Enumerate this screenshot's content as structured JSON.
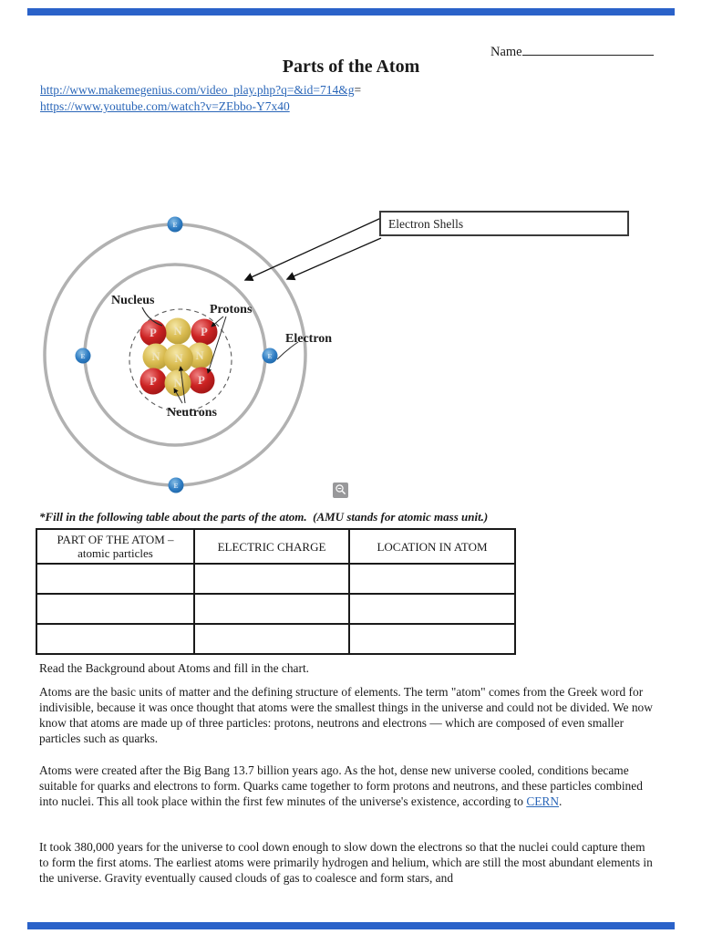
{
  "header": {
    "name_label": "Name",
    "title": "Parts of the Atom",
    "link1": "http://www.makemegenius.com/video_play.php?q=&id=714&g",
    "link1_suffix": "=",
    "link2": "https://www.youtube.com/watch?v=ZEbbo-Y7x40"
  },
  "diagram": {
    "callout_label": "Electron Shells",
    "nucleus_label": "Nucleus",
    "protons_label": "Protons",
    "electron_label": "Electron",
    "neutrons_label": "Neutrons",
    "proton_symbol": "P",
    "neutron_symbol": "N",
    "electron_symbol": "E",
    "colors": {
      "proton_red": "#c62121",
      "neutron_gold": "#d6ba4a",
      "electron_blue": "#2e7cc3",
      "shell_gray": "#b1b1b1",
      "accent_bar_blue": "#2a62c9",
      "link_blue": "#2a66b8"
    }
  },
  "worksheet": {
    "instruction": "*Fill in the following table about the parts of the atom.  (AMU stands for atomic mass unit.)",
    "table": {
      "col1_line1": "PART OF THE ATOM –",
      "col1_line2": "atomic particles",
      "col2": "ELECTRIC CHARGE",
      "col3": "LOCATION IN ATOM",
      "empty_rows": 3
    }
  },
  "body_text": {
    "read_line": "Read the Background about Atoms and fill in the chart.",
    "p1": "Atoms are the basic units of matter and the defining structure of elements. The term \"atom\" comes from the Greek word for indivisible, because it was once thought that atoms were the smallest things in the universe and could not be divided. We now know that atoms are made up of three particles: protons, neutrons and electrons — which are composed of even smaller particles such as quarks.",
    "p2_before": "Atoms were created after the Big Bang 13.7 billion years ago. As the hot, dense new universe cooled, conditions became suitable for quarks and electrons to form. Quarks came together to form protons and neutrons, and these particles combined into nuclei. This all took place within the first few minutes of the universe's existence, according to ",
    "p2_link": "CERN",
    "p2_after": ".",
    "p3": "It took 380,000 years for the universe to cool down enough to slow down the electrons so that the nuclei could capture them to form the first atoms. The earliest atoms were primarily hydrogen and helium, which are still the most abundant elements in the universe. Gravity eventually caused clouds of gas to coalesce and form stars, and"
  }
}
